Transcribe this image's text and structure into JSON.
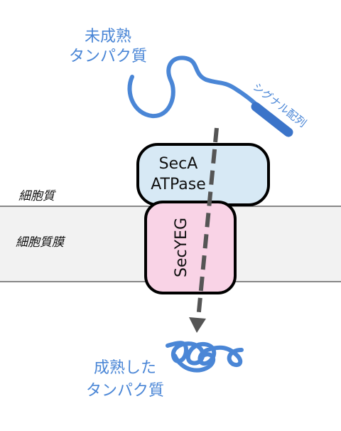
{
  "labels": {
    "immature_protein_line1": "未成熟",
    "immature_protein_line2": "タンパク質",
    "signal_sequence": "シグナル配列",
    "cytoplasm": "細胞質",
    "cell_membrane": "細胞質膜",
    "mature_protein_line1": "成熟した",
    "mature_protein_line2": "タンパク質"
  },
  "components": {
    "seca_line1": "SecA",
    "seca_line2": "ATPase",
    "secyeg": "SecYEG"
  },
  "colors": {
    "protein_blue": "#4a86d6",
    "signal_blue": "#3b74c9",
    "seca_fill": "#d7e9f5",
    "secyeg_fill": "#f9d3e6",
    "membrane_fill": "#f2f2f2",
    "arrow_gray": "#555555"
  }
}
